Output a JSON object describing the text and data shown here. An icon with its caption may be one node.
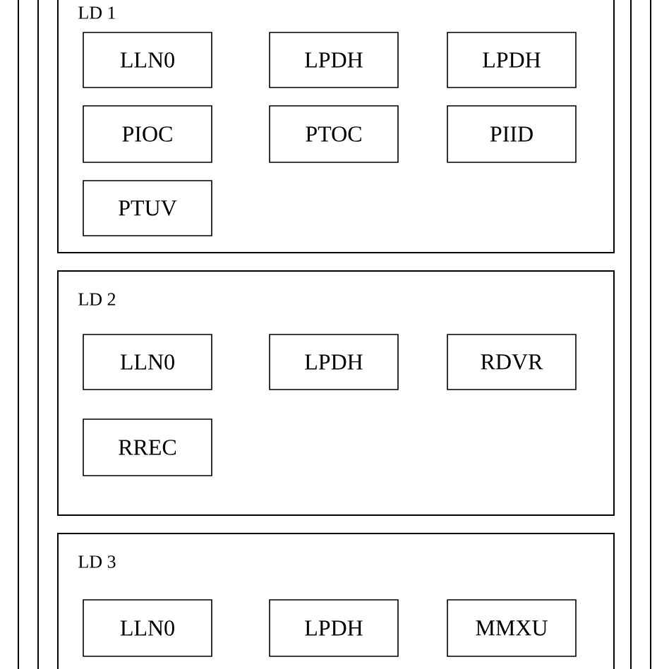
{
  "diagram": {
    "nodes": [
      {
        "text": [],
        "shape": "box"
      },
      {
        "text": [],
        "shape": "box",
        "in": 0
      },
      {
        "text": [
          "LD 1"
        ],
        "in": 1
      },
      {
        "text": [
          "LLN0"
        ],
        "in": 2
      },
      {
        "text": [
          "LPDH"
        ],
        "in": 2
      },
      {
        "text": [
          "LPDH"
        ],
        "in": 2
      },
      {
        "text": [
          "PIOC"
        ],
        "in": 2
      },
      {
        "text": [
          "PTOC"
        ],
        "in": 2
      },
      {
        "text": [
          "PIID"
        ],
        "in": 2
      },
      {
        "text": [
          "PTUV"
        ],
        "in": 2
      },
      {
        "text": [
          "LD 2"
        ],
        "in": 1
      },
      {
        "text": [
          "LLN0"
        ],
        "in": 10
      },
      {
        "text": [
          "LPDH"
        ],
        "in": 10
      },
      {
        "text": [
          "RDVR"
        ],
        "in": 10
      },
      {
        "text": [
          "RREC"
        ],
        "in": 10
      },
      {
        "text": [
          "LD 3"
        ],
        "in": 1
      },
      {
        "text": [
          "LLN0"
        ],
        "in": 15
      },
      {
        "text": [
          "LPDH"
        ],
        "in": 15
      },
      {
        "text": [
          "MMXU"
        ],
        "in": 15
      }
    ]
  }
}
